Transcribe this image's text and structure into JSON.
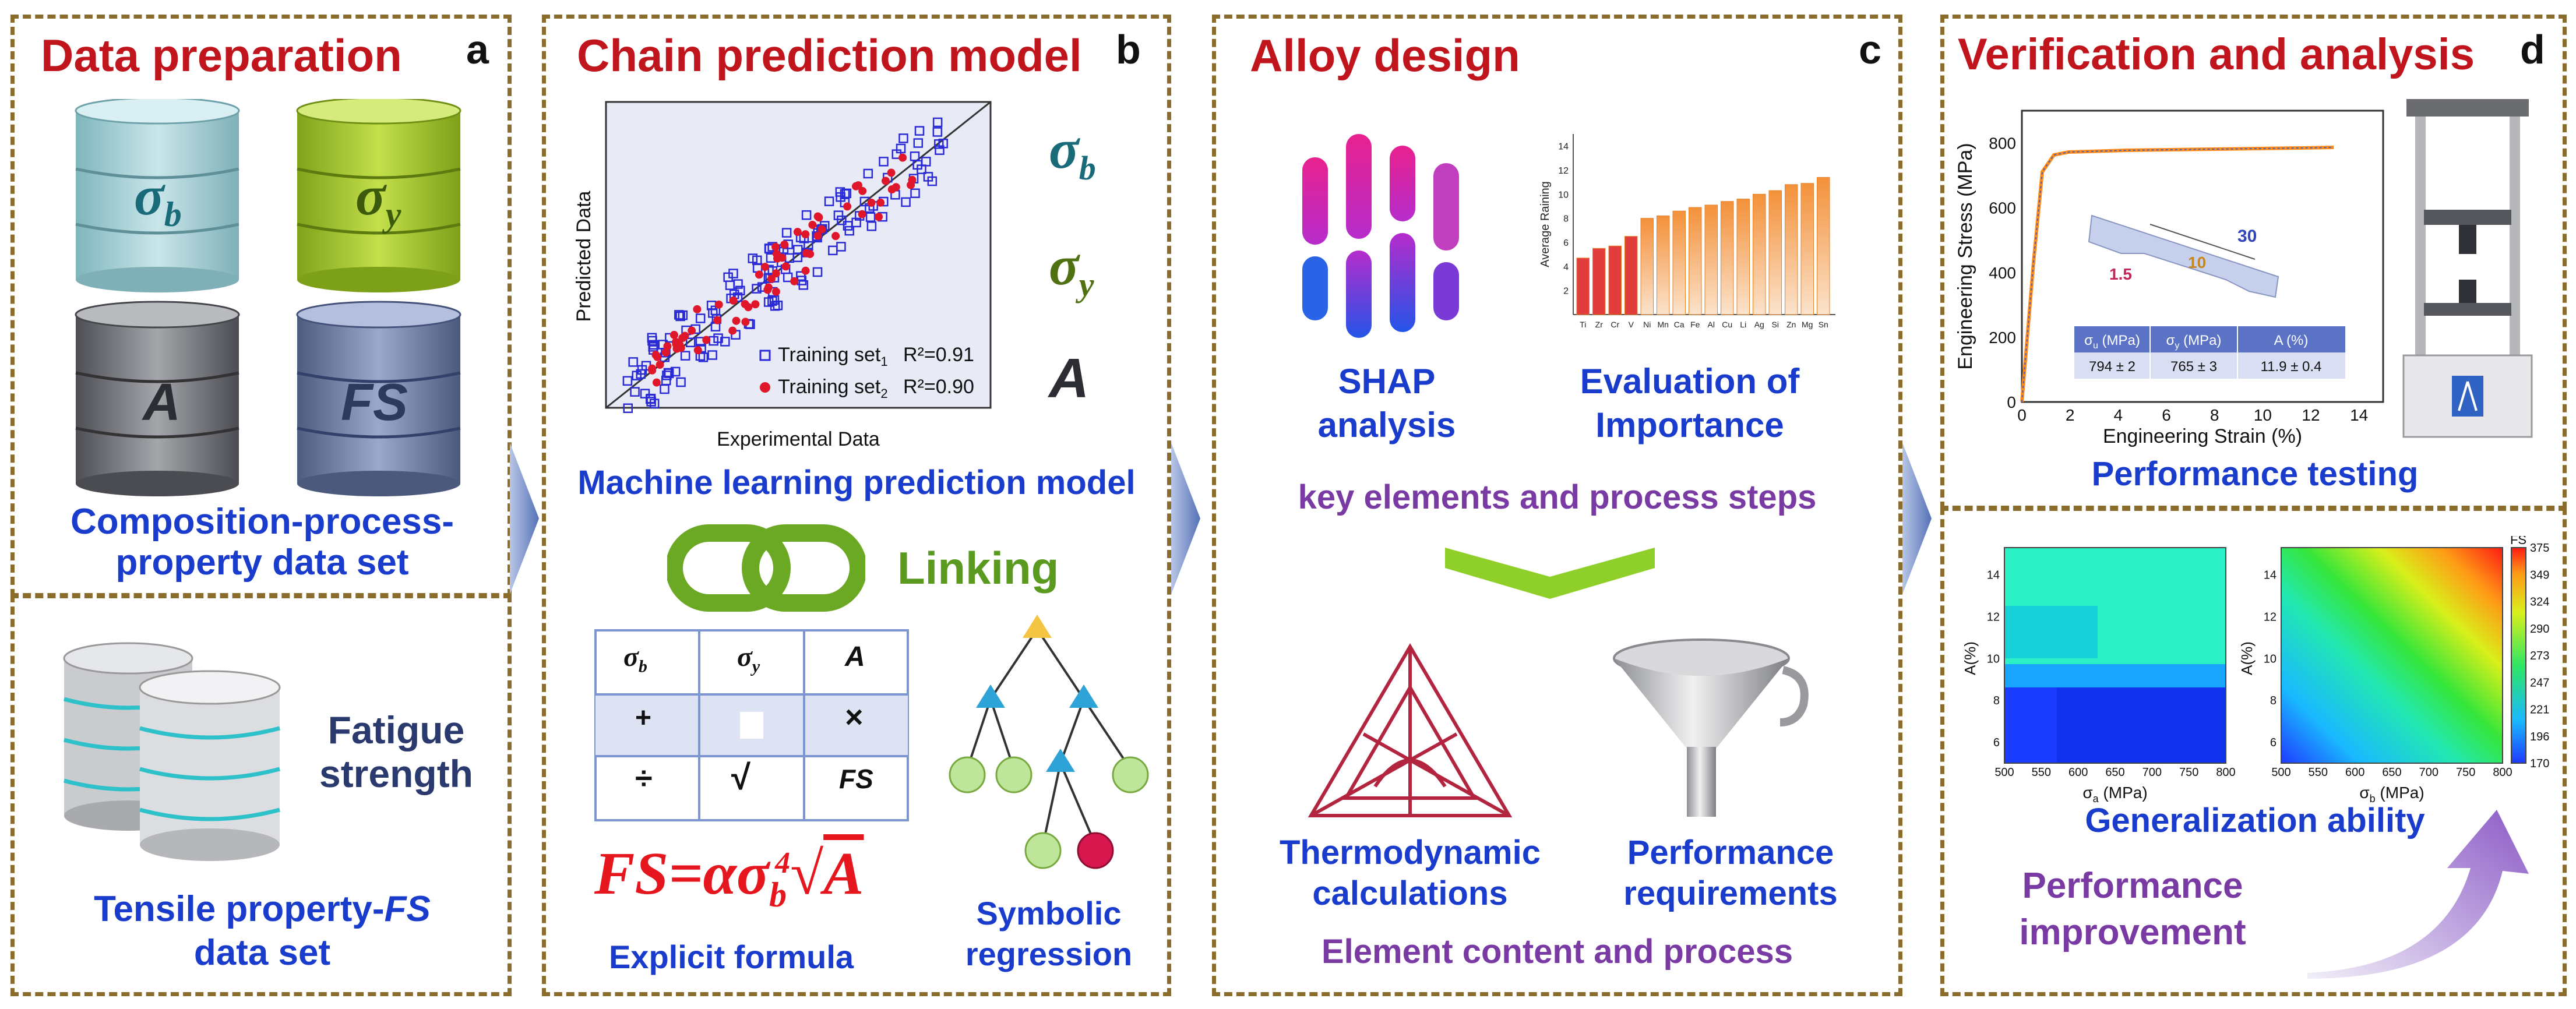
{
  "panel_a": {
    "title": "Data preparation",
    "letter": "a",
    "db_labels": [
      "σ",
      "b",
      "σ",
      "y",
      "A",
      "FS"
    ],
    "caption_1": "Composition-process-",
    "caption_2": "property data set",
    "fatigue_1": "Fatigue",
    "fatigue_2": "strength",
    "tensile_1": "Tensile property-",
    "tensile_1b": "FS",
    "tensile_2": "data set"
  },
  "panel_b": {
    "title": "Chain prediction model",
    "letter": "b",
    "scatter": {
      "xlabel": "Experimental Data",
      "ylabel": "Predicted Data",
      "legend": [
        {
          "name": "Training set",
          "sub": "1",
          "r2": "R²=0.91",
          "color": "#2a2ad6",
          "marker": "square"
        },
        {
          "name": "Training set",
          "sub": "2",
          "r2": "R²=0.90",
          "color": "#e0162b",
          "marker": "circle"
        }
      ]
    },
    "targets": [
      "σ",
      "b",
      "σ",
      "y",
      "A"
    ],
    "ml_caption": "Machine learning prediction model",
    "linking": "Linking",
    "table": {
      "header": [
        "σ",
        "b",
        "σ",
        "y",
        "A"
      ],
      "row1": [
        "+",
        "",
        "×"
      ],
      "row2": [
        "÷",
        "√",
        "FS"
      ]
    },
    "formula_lhs": "FS=ασ",
    "formula_sub": "b",
    "formula_root_index": "4",
    "formula_radicand": "A",
    "explicit_caption": "Explicit formula",
    "symbolic_1": "Symbolic",
    "symbolic_2": "regression"
  },
  "panel_c": {
    "title": "Alloy design",
    "letter": "c",
    "shap_1": "SHAP",
    "shap_2": "analysis",
    "eval_1": "Evaluation of",
    "eval_2": "Importance",
    "importance": {
      "ylabel": "Average Raining",
      "yticks": [
        "2",
        "4",
        "6",
        "8",
        "10",
        "12",
        "14"
      ],
      "categories": [
        "Ti",
        "Zr",
        "Cr",
        "V",
        "Ni",
        "Mn",
        "Ca",
        "Fe",
        "Al",
        "Cu",
        "Li",
        "Ag",
        "Si",
        "Zn",
        "Mg",
        "Sn"
      ]
    },
    "key_caption": "key elements and process steps",
    "thermo_1": "Thermodynamic",
    "thermo_2": "calculations",
    "perf_1": "Performance",
    "perf_2": "requirements",
    "element_caption": "Element content and process"
  },
  "panel_d": {
    "title": "Verification and analysis",
    "letter": "d",
    "stress_strain": {
      "ylabel": "Engineering Stress (MPa)",
      "xlabel": "Engineering Strain (%)",
      "yticks": [
        "0",
        "200",
        "400",
        "600",
        "800"
      ],
      "xticks": [
        "0",
        "2",
        "4",
        "6",
        "8",
        "10",
        "12",
        "14"
      ],
      "specimen_dims": [
        "30",
        "10",
        "1.5"
      ],
      "table_header": [
        "σ",
        "u",
        " (MPa)",
        "σ",
        "y",
        " (MPa)",
        "A (%)"
      ],
      "table_row": [
        "794 ± 2",
        "765 ± 3",
        "11.9 ± 0.4"
      ]
    },
    "perf_testing": "Performance testing",
    "maps": {
      "ylabel": "A(%)",
      "yticks": [
        "6",
        "8",
        "10",
        "12",
        "14"
      ],
      "xticks": [
        "500",
        "550",
        "600",
        "650",
        "700",
        "750",
        "800"
      ],
      "xlabel_left": "σ",
      "xlabel_left_sub": "a",
      "xlabel_right_sub": "b",
      "xlabel_unit": " (MPa)",
      "colorbar_title": "FS",
      "colorbar_ticks": [
        "375",
        "349",
        "324",
        "290",
        "273",
        "247",
        "221",
        "196",
        "170"
      ]
    },
    "generalization": "Generalization ability",
    "improvement_1": "Performance",
    "improvement_2": "improvement"
  }
}
